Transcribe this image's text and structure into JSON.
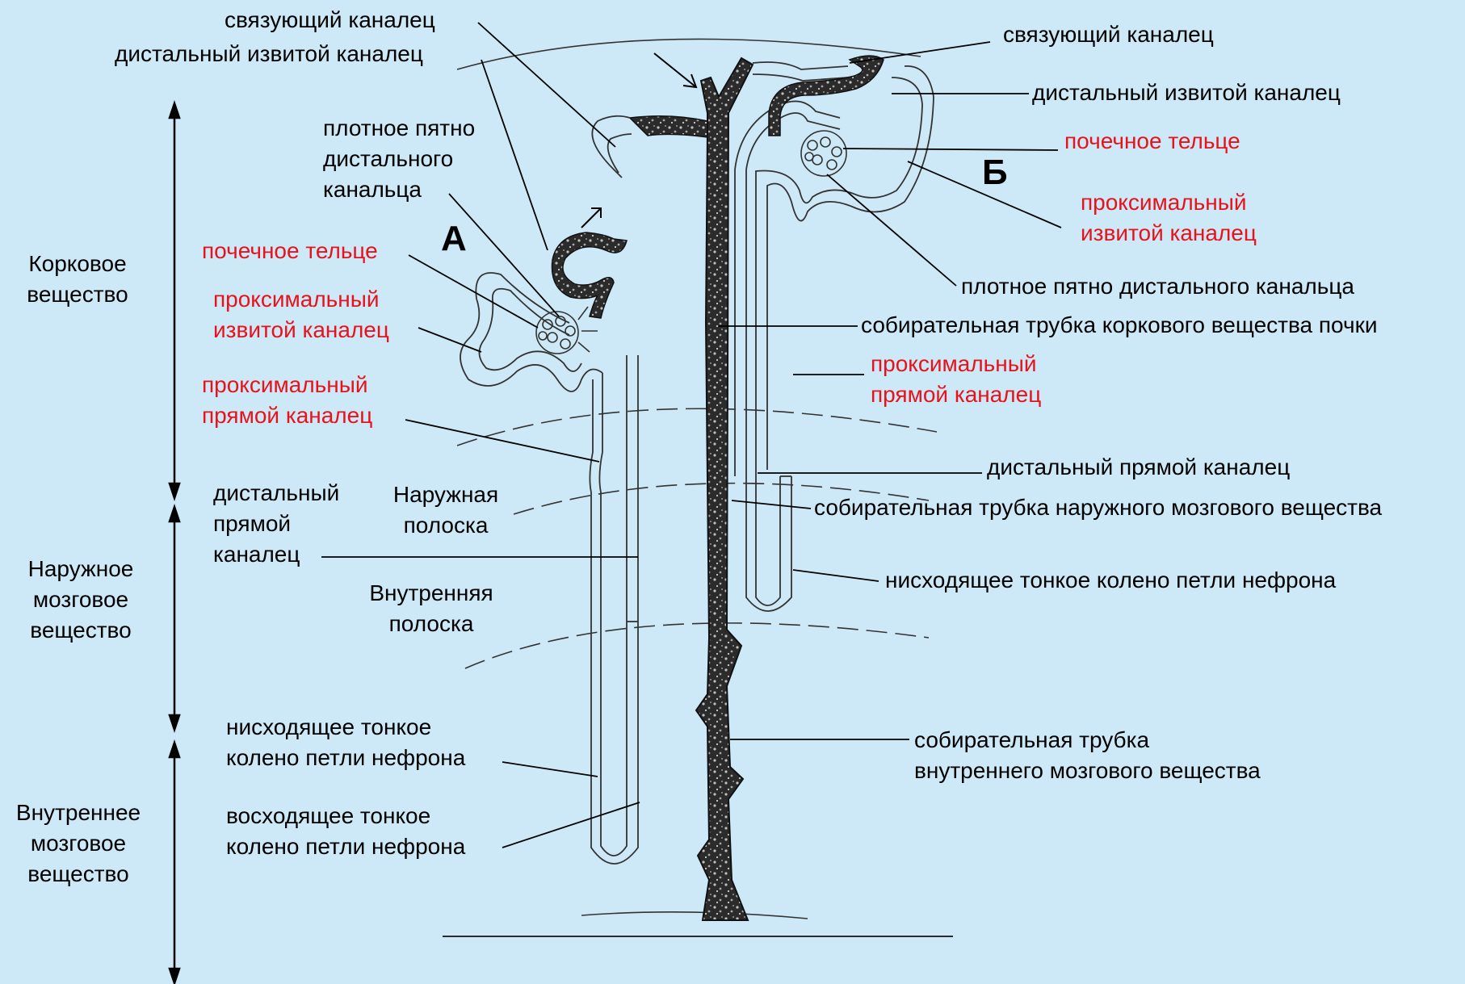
{
  "zones": {
    "cortex": "Корковое\nвещество",
    "outer_medulla": "Наружное\nмозговое\nвещество",
    "inner_medulla": "Внутреннее\nмозговое\nвещество"
  },
  "strips": {
    "outer": "Наружная\nполоска",
    "inner": "Внутренняя\nполоска"
  },
  "nephron_letters": {
    "a": "А",
    "b": "Б"
  },
  "labels_left": {
    "connecting_tubule": "связующий каналец",
    "distal_convoluted": "дистальный извитой каналец",
    "macula_densa": "плотное пятно\nдистального\nканальца",
    "renal_corpuscle": "почечное тельце",
    "proximal_convoluted": "проксимальный\nизвитой каналец",
    "proximal_straight": "проксимальный\nпрямой каналец",
    "distal_straight": "дистальный\nпрямой\nканалец",
    "thin_descending": "нисходящее тонкое\nколено петли нефрона",
    "thin_ascending": "восходящее тонкое\nколено петли нефрона"
  },
  "labels_right": {
    "connecting_tubule": "связующий каналец",
    "distal_convoluted": "дистальный извитой каналец",
    "renal_corpuscle": "почечное тельце",
    "proximal_convoluted": "проксимальный\nизвитой каналец",
    "macula_densa": "плотное пятно дистального канальца",
    "cortical_collecting_duct": "собирательная трубка коркового вещества почки",
    "proximal_straight": "проксимальный\nпрямой каналец",
    "distal_straight": "дистальный прямой каналец",
    "outer_medullary_collecting_duct": "собирательная трубка наружного мозгового вещества",
    "thin_descending": "нисходящее тонкое колено петли нефрона",
    "inner_medullary_collecting_duct": "собирательная трубка\nвнутреннего мозгового вещества"
  },
  "colors": {
    "background": "#cde9f7",
    "label_red": "#e8121b",
    "label_black": "#000000"
  }
}
